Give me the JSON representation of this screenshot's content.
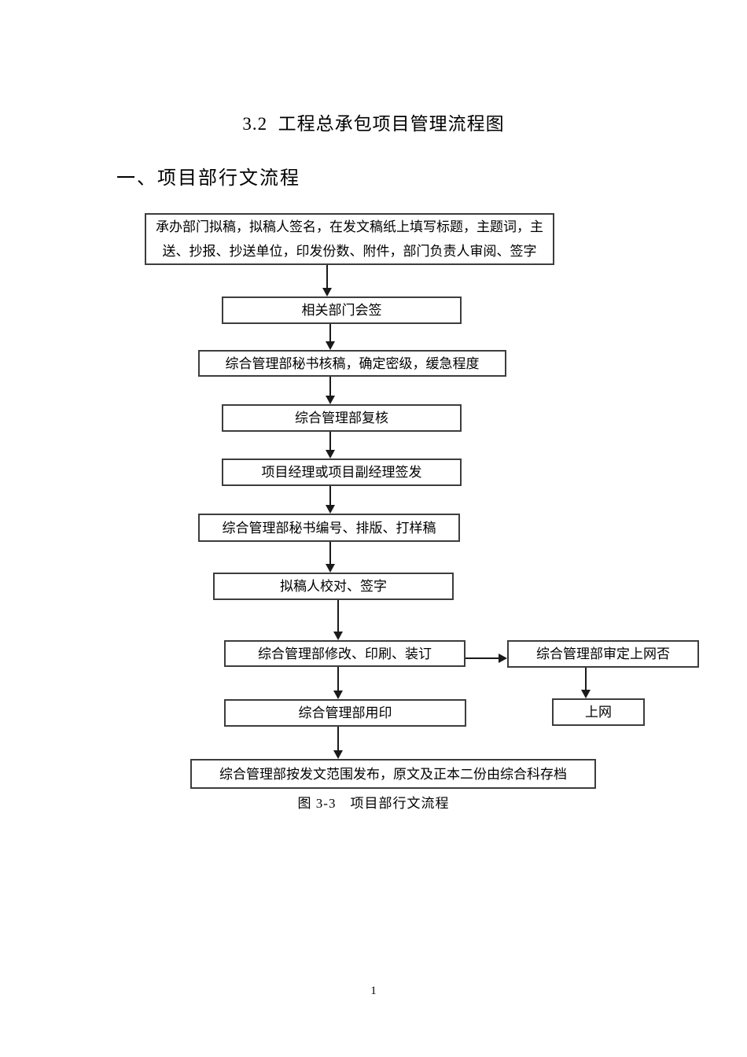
{
  "page": {
    "title": "3.2  工程总承包项目管理流程图",
    "section_heading": "一、项目部行文流程",
    "caption": "图 3-3　项目部行文流程",
    "page_number": "1"
  },
  "flowchart": {
    "nodes": [
      {
        "id": "draft",
        "label": "承办部门拟稿，拟稿人签名，在发文稿纸上填写标题，主题词，主送、抄报、抄送单位，印发份数、附件，部门负责人审阅、签字"
      },
      {
        "id": "countersign",
        "label": "相关部门会签"
      },
      {
        "id": "secretary-check",
        "label": "综合管理部秘书核稿，确定密级，缓急程度"
      },
      {
        "id": "review",
        "label": "综合管理部复核"
      },
      {
        "id": "sign-off",
        "label": "项目经理或项目副经理签发"
      },
      {
        "id": "number-typeset",
        "label": "综合管理部秘书编号、排版、打样稿"
      },
      {
        "id": "proofread-sign",
        "label": "拟稿人校对、签字"
      },
      {
        "id": "modify-print-bind",
        "label": "综合管理部修改、印刷、装订"
      },
      {
        "id": "approve-online",
        "label": "综合管理部审定上网否"
      },
      {
        "id": "seal",
        "label": "综合管理部用印"
      },
      {
        "id": "online",
        "label": "上网"
      },
      {
        "id": "distribute-archive",
        "label": "综合管理部按发文范围发布，原文及正本二份由综合科存档"
      }
    ]
  },
  "colors": {
    "text": "#000000",
    "box_border": "#3d3d3d",
    "arrow": "#1a1a1a",
    "background": "#ffffff"
  }
}
